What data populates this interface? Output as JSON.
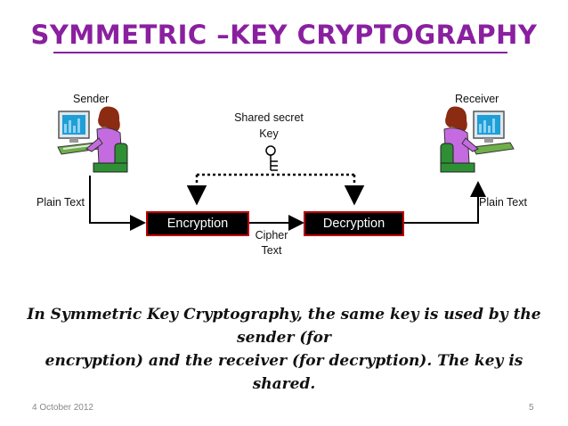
{
  "slide": {
    "title": "SYMMETRIC –KEY CRYPTOGRAPHY",
    "sender_label": "Sender",
    "receiver_label": "Receiver",
    "shared_key_label_line1": "Shared secret",
    "shared_key_label_line2": "Key",
    "plain_text_left": "Plain Text",
    "plain_text_right": "Plain Text",
    "encryption_label": "Encryption",
    "decryption_label": "Decryption",
    "cipher_text_line1": "Cipher",
    "cipher_text_line2": "Text",
    "caption_line1": "In Symmetric Key Cryptography, the same key is used by the sender (for",
    "caption_line2": "encryption) and the receiver (for decryption). The key is shared.",
    "footer_date": "4 October 2012",
    "page_number": "5"
  },
  "colors": {
    "title": "#8a1fa0",
    "box_fill": "#000000",
    "box_border": "#c00000"
  },
  "icons": [
    "person-at-computer-icon",
    "key-icon",
    "arrow-icon"
  ]
}
